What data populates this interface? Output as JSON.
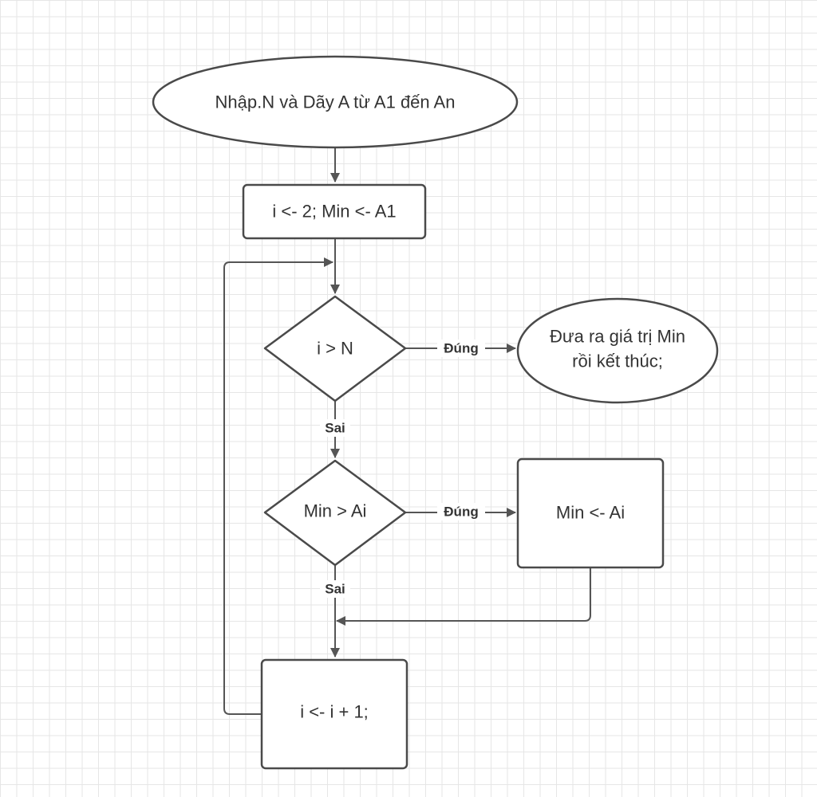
{
  "diagram": {
    "nodes": {
      "start": "Nhập.N và Dãy A từ A1 đến An",
      "init": "i <- 2; Min <- A1",
      "cond_i": "i > N",
      "output_line1": "Đưa ra giá trị Min",
      "output_line2": "rồi kết thúc;",
      "cond_min": "Min > Ai",
      "assign": "Min <- Ai",
      "increment": "i <- i + 1;"
    },
    "edges": {
      "cond_i_true": "Đúng",
      "cond_i_false": "Sai",
      "cond_min_true": "Đúng",
      "cond_min_false": "Sai"
    },
    "colors": {
      "stroke": "#4a4a4a",
      "connector": "#555555",
      "text": "#333333",
      "grid": "#e6e6e6"
    }
  }
}
